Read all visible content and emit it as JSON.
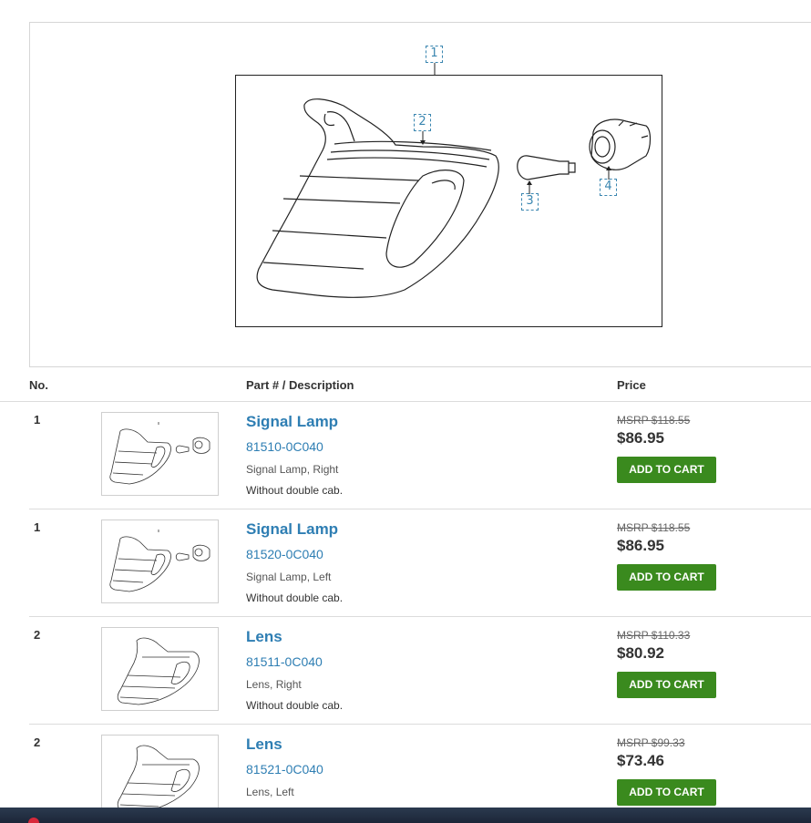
{
  "diagram": {
    "callouts": [
      "1",
      "2",
      "3",
      "4"
    ]
  },
  "table": {
    "headers": {
      "no": "No.",
      "description": "Part # / Description",
      "price": "Price"
    },
    "rows": [
      {
        "no": "1",
        "title": "Signal Lamp",
        "part_number": "81510-0C040",
        "description": "Signal Lamp, Right",
        "note": "Without double cab.",
        "msrp": "MSRP $118.55",
        "price": "$86.95",
        "cart_label": "ADD TO CART",
        "thumb": "full-assembly"
      },
      {
        "no": "1",
        "title": "Signal Lamp",
        "part_number": "81520-0C040",
        "description": "Signal Lamp, Left",
        "note": "Without double cab.",
        "msrp": "MSRP $118.55",
        "price": "$86.95",
        "cart_label": "ADD TO CART",
        "thumb": "full-assembly"
      },
      {
        "no": "2",
        "title": "Lens",
        "part_number": "81511-0C040",
        "description": "Lens, Right",
        "note": "Without double cab.",
        "msrp": "MSRP $110.33",
        "price": "$80.92",
        "cart_label": "ADD TO CART",
        "thumb": "lens"
      },
      {
        "no": "2",
        "title": "Lens",
        "part_number": "81521-0C040",
        "description": "Lens, Left",
        "note": "",
        "msrp": "MSRP $99.33",
        "price": "$73.46",
        "cart_label": "ADD TO CART",
        "thumb": "lens"
      }
    ]
  },
  "colors": {
    "link": "#2e7eb3",
    "cart_button": "#3a8a1e"
  }
}
